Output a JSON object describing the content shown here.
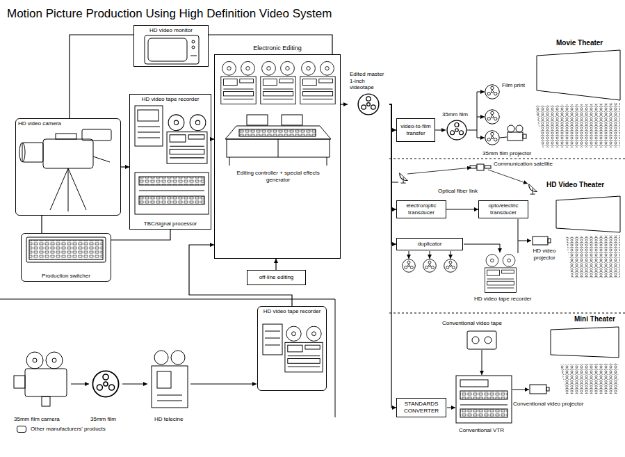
{
  "diagram": {
    "title": "Motion Picture Production Using High Definition Video System",
    "nodes": [
      {
        "text": [
          "HD video monitor"
        ]
      },
      {
        "text": [
          "HD video camera"
        ]
      },
      {
        "text": [
          "HD video tape recorder",
          "TBC/signal processor"
        ]
      },
      {
        "text": [
          "Electronic Editing"
        ]
      },
      {
        "text": [
          "Production switcher"
        ]
      },
      {
        "text": [
          "off-line editing"
        ]
      },
      {
        "text": [
          "HD video tape recorder"
        ]
      },
      {
        "text": [
          "Edited master 1-inch videotape"
        ]
      },
      {
        "text": [
          "video-to-film transfer"
        ]
      },
      {
        "text": [
          "electro/optic transducer"
        ]
      },
      {
        "text": [
          "opto/electric transducer"
        ]
      },
      {
        "text": [
          "duplicator"
        ]
      },
      {
        "text": [
          "STANDARDS CONVERTER"
        ]
      }
    ],
    "edges": [
      {
        "from": 1,
        "to": 2,
        "arrow": "to"
      },
      {
        "from": 2,
        "to": 3,
        "arrow": "to"
      },
      {
        "from": 3,
        "to": 7,
        "arrow": "to"
      },
      {
        "from": 7,
        "to": 8,
        "arrow": "to"
      },
      {
        "from": 7,
        "to": 9,
        "arrow": "to"
      },
      {
        "from": 7,
        "to": 11,
        "arrow": "to"
      },
      {
        "from": 7,
        "to": 12,
        "arrow": "to"
      },
      {
        "from": 9,
        "to": 10,
        "arrow": "to"
      },
      {
        "from": 0,
        "to": 1,
        "arrow": "none"
      },
      {
        "from": 0,
        "to": 3,
        "arrow": "none"
      },
      {
        "from": 1,
        "to": 4,
        "arrow": "none"
      },
      {
        "from": 4,
        "to": 2,
        "arrow": "none"
      },
      {
        "from": 5,
        "to": 3,
        "arrow": "to"
      },
      {
        "from": 6,
        "to": 3,
        "arrow": "to"
      }
    ],
    "labels": [
      "Editing controller + special effects generator",
      "35mm film camera",
      "35mm film",
      "HD telecine",
      "35mm film",
      "Film print",
      "Movie Theater",
      "35mm film projector",
      "Communication satellite",
      "HD Video Theater",
      "Optical fiber link",
      "HD video projector",
      "HD video tape recorder",
      "Mini Theater",
      "Conventional video tape",
      "Conventional VTR",
      "Conventional video projector"
    ],
    "legend": [
      {
        "text": "Other manufacturers' products"
      }
    ]
  }
}
